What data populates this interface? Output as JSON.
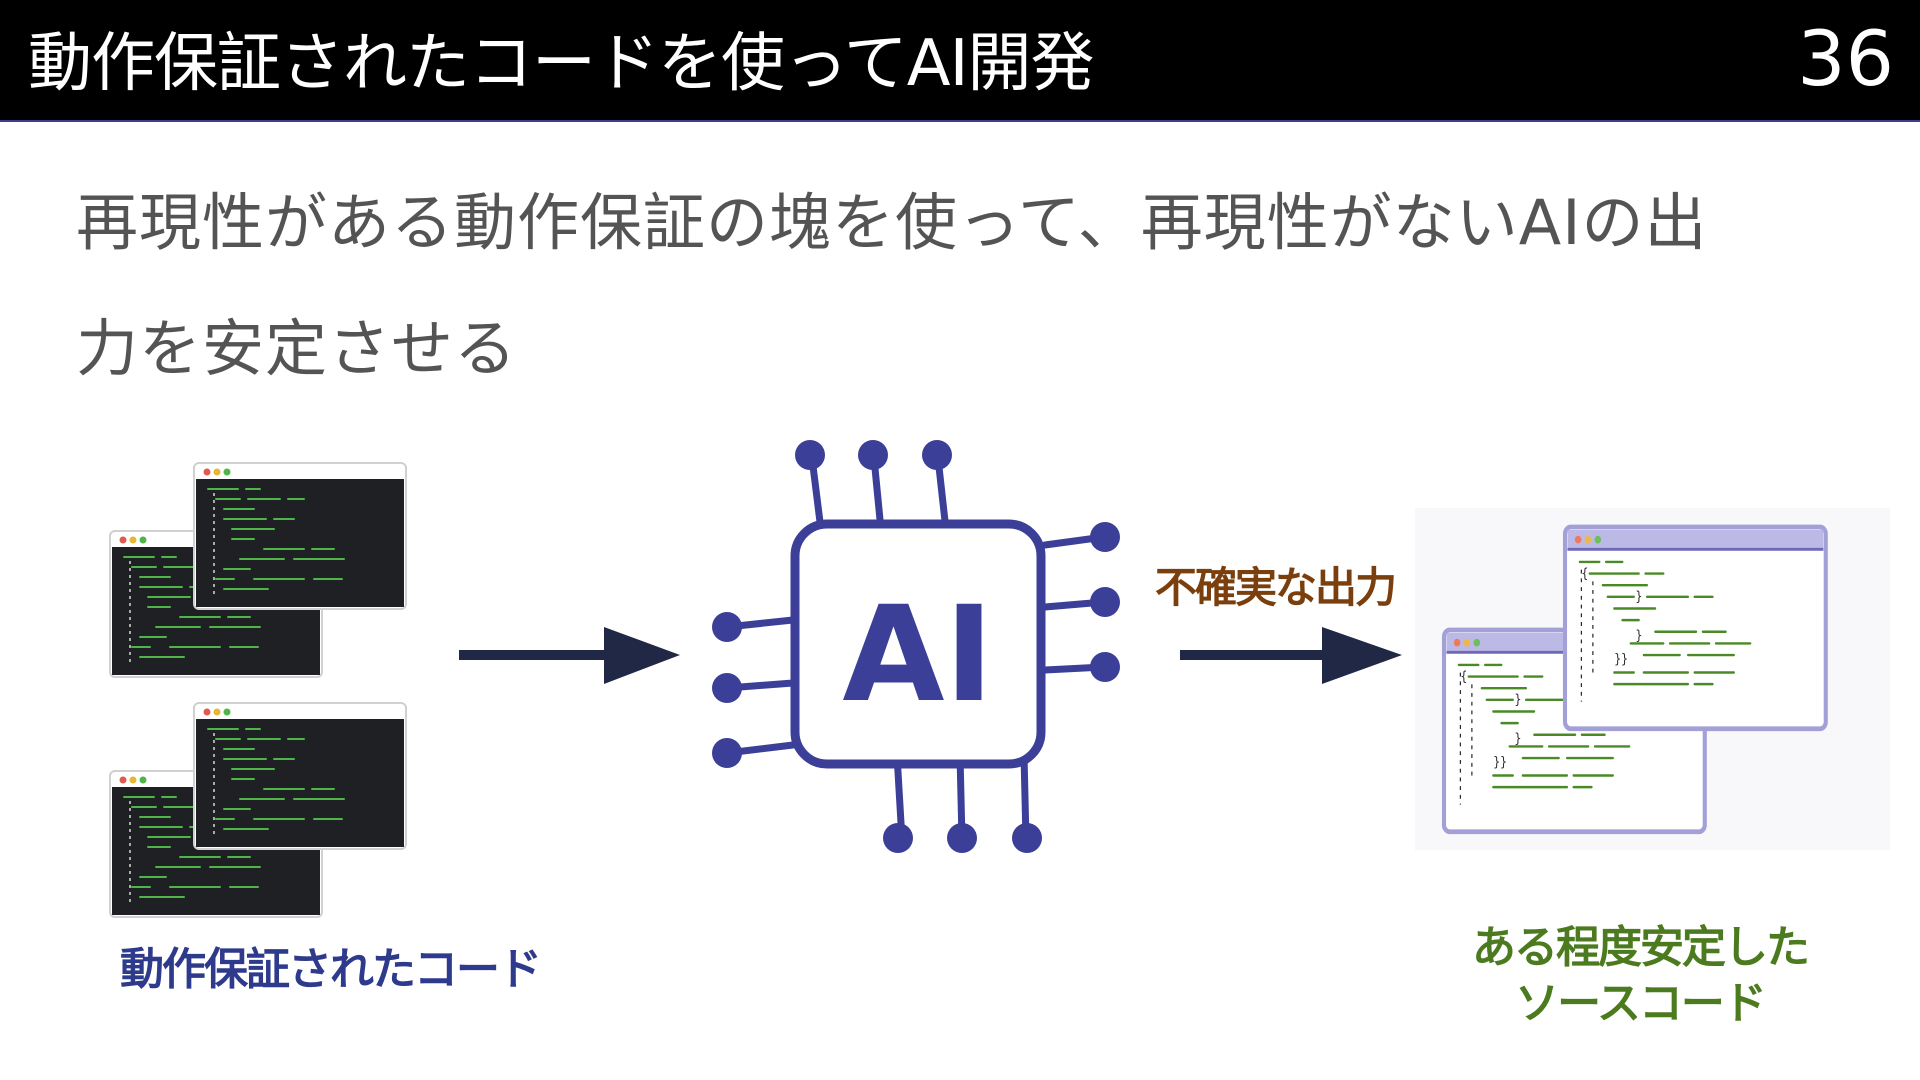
{
  "header": {
    "title": "動作保証されたコードを使ってAI開発",
    "page_number": "36"
  },
  "lead": {
    "line1": "再現性がある動作保証の塊を使って、再現性がないAIの出",
    "line2": "力を安定させる"
  },
  "diagram": {
    "input_label": "動作保証されたコード",
    "ai_label": "AI",
    "arrow_label": "不確実な出力",
    "output_label_line1": "ある程度安定した",
    "output_label_line2": "ソースコード"
  },
  "colors": {
    "header_background": "#000000",
    "header_text": "#ffffff",
    "lead_text": "#545454",
    "input_label": "#2e3a8c",
    "arrow_label": "#7a3f0c",
    "output_label": "#4c7a1f",
    "ai_chip": "#3c3f98",
    "arrow": "#202846",
    "dark_window": "#1e2024",
    "light_window_frame": "#a3a0d8",
    "code_green": "#4eb648"
  },
  "icons": [
    "dark-code-window-icon",
    "ai-chip-icon",
    "light-code-window-icon",
    "right-arrow-icon"
  ]
}
